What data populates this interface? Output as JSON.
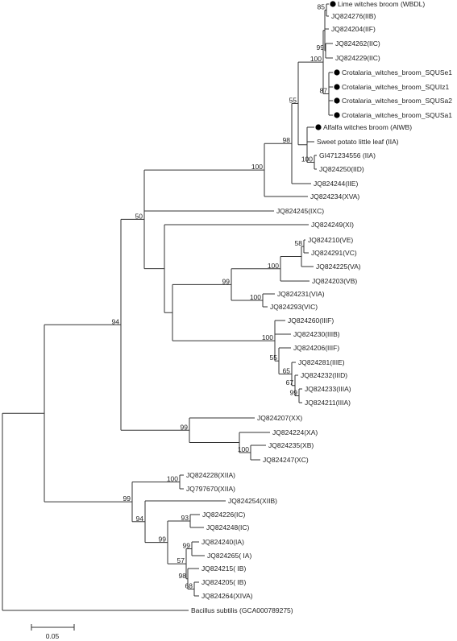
{
  "colors": {
    "line": "#333333",
    "text": "#222222",
    "marker": "#000000",
    "background": "#ffffff"
  },
  "marker_icon": "filled-circle-icon",
  "tree": {
    "leaves": [
      {
        "id": "L1",
        "label": "Lime witches broom (WBDL)",
        "marked": true
      },
      {
        "id": "L2",
        "label": "JQ824276(IIB)"
      },
      {
        "id": "L3",
        "label": "JQ824204(IIF)"
      },
      {
        "id": "L4",
        "label": "JQ824262(IIC)"
      },
      {
        "id": "L5",
        "label": "JQ824229(IIC)"
      },
      {
        "id": "L6",
        "label": "Crotalaria_witches_broom_SQUSe1",
        "marked": true
      },
      {
        "id": "L7",
        "label": "Crotalaria_witches_broom_SQUIz1",
        "marked": true
      },
      {
        "id": "L8",
        "label": "Crotalaria_witches_broom_SQUSa2",
        "marked": true
      },
      {
        "id": "L9",
        "label": "Crotalaria_witches_broom_SQUSa1",
        "marked": true
      },
      {
        "id": "L10",
        "label": "Alfalfa witches broom (AlWB)",
        "marked": true
      },
      {
        "id": "L11",
        "label": "Sweet potato little leaf (IIA)"
      },
      {
        "id": "L12",
        "label": "GI471234556 (IIA)"
      },
      {
        "id": "L13",
        "label": "JQ824250(IID)"
      },
      {
        "id": "L14",
        "label": "JQ824244(IIE)"
      },
      {
        "id": "L15",
        "label": "JQ824234(XVA)"
      },
      {
        "id": "L16",
        "label": "JQ824245(IXC)"
      },
      {
        "id": "L17",
        "label": "JQ824249(XI)"
      },
      {
        "id": "L18",
        "label": "JQ824210(VE)"
      },
      {
        "id": "L19",
        "label": "JQ824291(VC)"
      },
      {
        "id": "L20",
        "label": "JQ824225(VA)"
      },
      {
        "id": "L21",
        "label": "JQ824203(VB)"
      },
      {
        "id": "L22",
        "label": "JQ824231(VIA)"
      },
      {
        "id": "L23",
        "label": "JQ824293(VIC)"
      },
      {
        "id": "L24",
        "label": "JQ824260(IIIF)"
      },
      {
        "id": "L25",
        "label": "JQ824230(IIIB)"
      },
      {
        "id": "L26",
        "label": "JQ824206(IIIF)"
      },
      {
        "id": "L27",
        "label": "JQ824281(IIIE)"
      },
      {
        "id": "L28",
        "label": "JQ824232(IIID)"
      },
      {
        "id": "L29",
        "label": "JQ824233(IIIA)"
      },
      {
        "id": "L30",
        "label": "JQ824211(IIIA)"
      },
      {
        "id": "L31",
        "label": "JQ824207(XX)"
      },
      {
        "id": "L32",
        "label": "JQ824224(XA)"
      },
      {
        "id": "L33",
        "label": "JQ824235(XB)"
      },
      {
        "id": "L34",
        "label": "JQ824247(XC)"
      },
      {
        "id": "L35",
        "label": "JQ824228(XIIA)"
      },
      {
        "id": "L36",
        "label": "JQ797670(XIIA)"
      },
      {
        "id": "L37",
        "label": "JQ824254(XIIB)"
      },
      {
        "id": "L38",
        "label": "JQ824226(IC)"
      },
      {
        "id": "L39",
        "label": "JQ824248(IC)"
      },
      {
        "id": "L40",
        "label": "JQ824240(IA)"
      },
      {
        "id": "L41",
        "label": "JQ824265( IA)"
      },
      {
        "id": "L42",
        "label": "JQ824215( IB)"
      },
      {
        "id": "L43",
        "label": "JQ824205( IB)"
      },
      {
        "id": "L44",
        "label": "JQ824264(XIVA)"
      },
      {
        "id": "L45",
        "label": "Bacillus subtilis (GCA000789275)"
      }
    ],
    "clades": [
      {
        "id": "N1",
        "children": [
          "L1",
          "L2"
        ],
        "support": "85"
      },
      {
        "id": "N2",
        "children": [
          "L4",
          "L5"
        ],
        "support": "99"
      },
      {
        "id": "N3",
        "children": [
          "N1",
          "L3",
          "N2"
        ]
      },
      {
        "id": "N4",
        "children": [
          "L6",
          "L7",
          "L8",
          "L9"
        ],
        "support": "87"
      },
      {
        "id": "N5",
        "children": [
          "N3",
          "N4"
        ],
        "support": "100"
      },
      {
        "id": "N6",
        "children": [
          "L12",
          "L13"
        ],
        "support": "100"
      },
      {
        "id": "N7",
        "children": [
          "L10",
          "L11",
          "N6"
        ]
      },
      {
        "id": "N8",
        "children": [
          "N5",
          "N7"
        ],
        "support": "55"
      },
      {
        "id": "N9",
        "children": [
          "N8",
          "L14"
        ],
        "support": "98"
      },
      {
        "id": "N10",
        "children": [
          "N9",
          "L15"
        ],
        "support": "100"
      },
      {
        "id": "N11",
        "children": [
          "L18",
          "L19"
        ],
        "support": "58"
      },
      {
        "id": "N12",
        "children": [
          "N11",
          "L20"
        ]
      },
      {
        "id": "N13",
        "children": [
          "N12",
          "L21"
        ],
        "support": "100"
      },
      {
        "id": "N14",
        "children": [
          "L22",
          "L23"
        ],
        "support": "100"
      },
      {
        "id": "N15",
        "children": [
          "N13",
          "N14"
        ],
        "support": "99"
      },
      {
        "id": "N16",
        "children": [
          "L29",
          "L30"
        ],
        "support": "99"
      },
      {
        "id": "N17",
        "children": [
          "L28",
          "N16"
        ],
        "support": "67"
      },
      {
        "id": "N18",
        "children": [
          "L27",
          "N17"
        ],
        "support": "65"
      },
      {
        "id": "N19",
        "children": [
          "L26",
          "N18"
        ],
        "support": "55"
      },
      {
        "id": "N20",
        "children": [
          "L24",
          "L25",
          "N19"
        ],
        "support": "100"
      },
      {
        "id": "N21",
        "children": [
          "N15",
          "N20"
        ]
      },
      {
        "id": "N22",
        "children": [
          "L17",
          "N21"
        ]
      },
      {
        "id": "N23",
        "children": [
          "N10",
          "L16",
          "N22"
        ],
        "support": "50"
      },
      {
        "id": "N24",
        "children": [
          "L33",
          "L34"
        ],
        "support": "100"
      },
      {
        "id": "N25",
        "children": [
          "L32",
          "N24"
        ]
      },
      {
        "id": "N26",
        "children": [
          "L31",
          "N25"
        ],
        "support": "99"
      },
      {
        "id": "N27",
        "children": [
          "N23",
          "N26"
        ],
        "support": "94"
      },
      {
        "id": "N28",
        "children": [
          "L35",
          "L36"
        ],
        "support": "100"
      },
      {
        "id": "N29",
        "children": [
          "L38",
          "L39"
        ],
        "support": "93"
      },
      {
        "id": "N30",
        "children": [
          "L40",
          "L41"
        ],
        "support": "99"
      },
      {
        "id": "N31",
        "children": [
          "L43",
          "L44"
        ],
        "support": "68"
      },
      {
        "id": "N32",
        "children": [
          "L42",
          "N31"
        ],
        "support": "98"
      },
      {
        "id": "N33",
        "children": [
          "N30",
          "N32"
        ],
        "support": "57"
      },
      {
        "id": "N34",
        "children": [
          "N29",
          "N33"
        ],
        "support": "99"
      },
      {
        "id": "N35",
        "children": [
          "L37",
          "N34"
        ],
        "support": "94"
      },
      {
        "id": "N36",
        "children": [
          "N28",
          "N35"
        ],
        "support": "99"
      },
      {
        "id": "N37",
        "children": [
          "N27",
          "N36"
        ]
      },
      {
        "id": "ROOT",
        "children": [
          "N37",
          "L45"
        ]
      }
    ],
    "scale_bar": {
      "label": "0.05"
    }
  }
}
